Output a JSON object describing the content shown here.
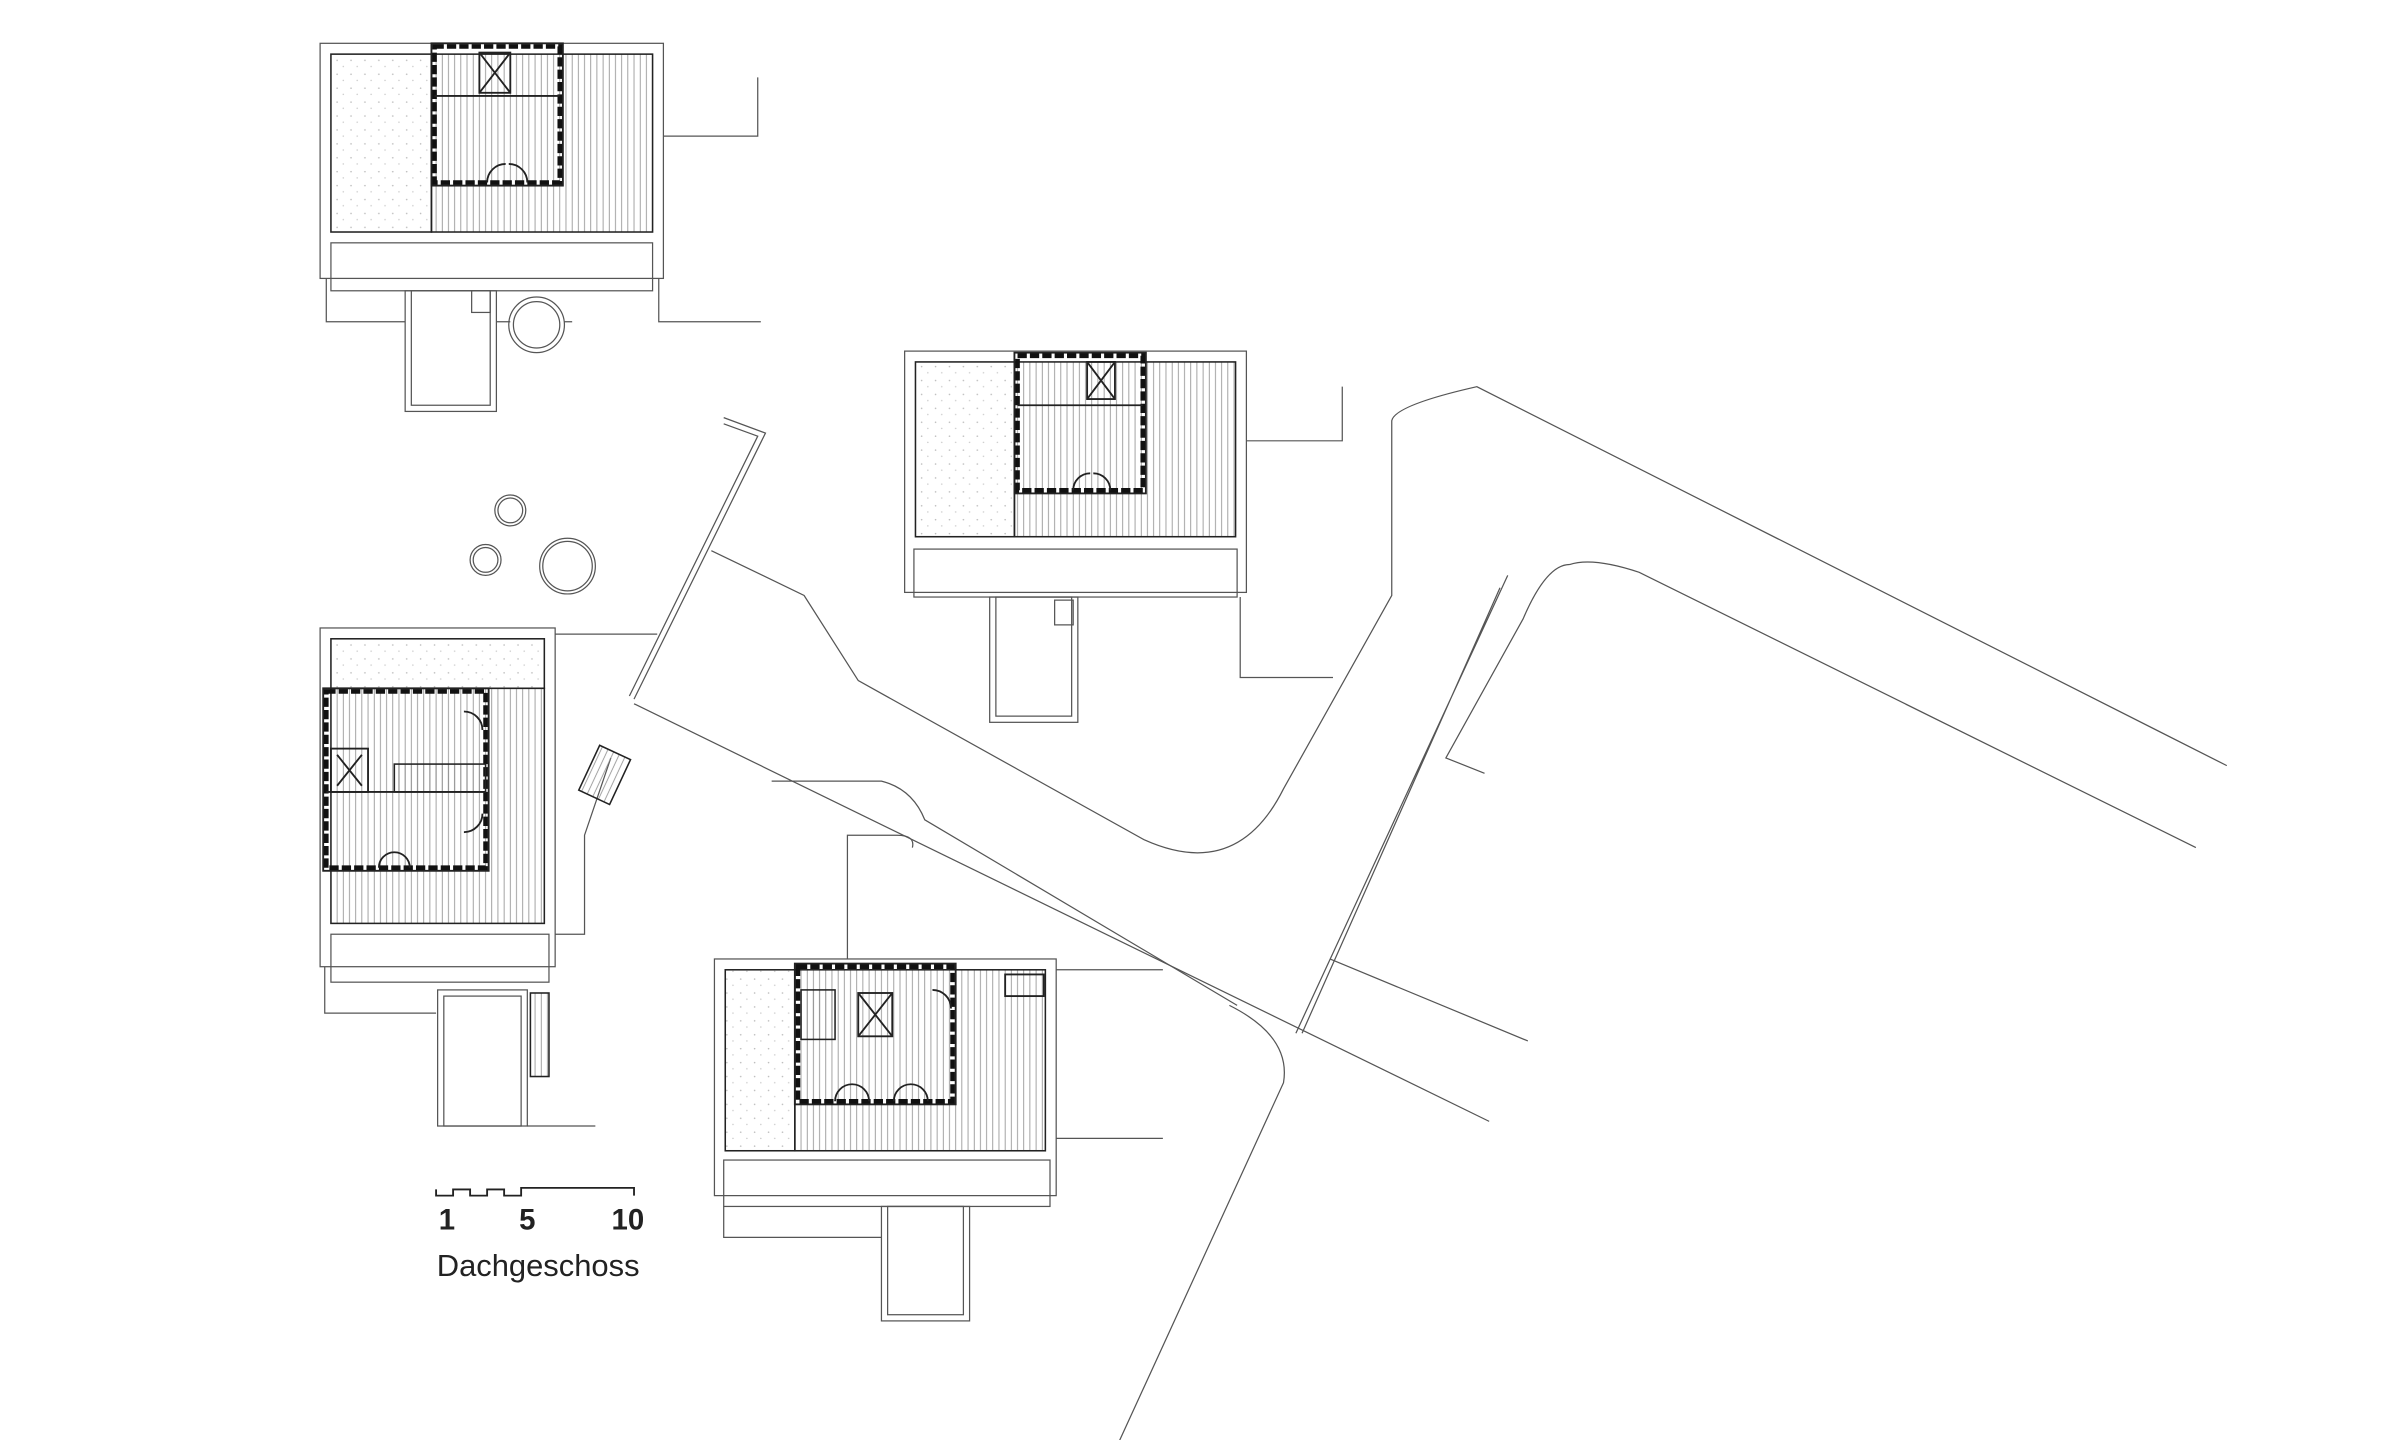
{
  "plan": {
    "title": "Dachgeschoss",
    "scale_labels": [
      "1",
      "5",
      "10"
    ]
  },
  "colors": {
    "line": "#555555",
    "wall": "#111111",
    "background": "#ffffff"
  }
}
